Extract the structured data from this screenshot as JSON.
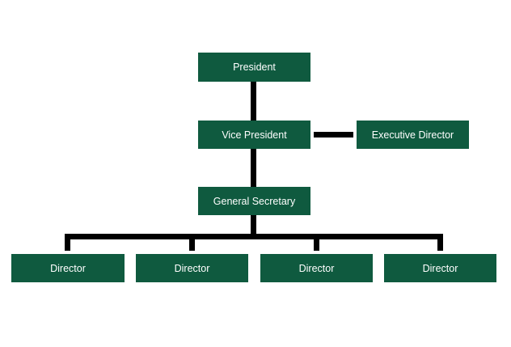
{
  "org_chart": {
    "fill_color": "#0f5a3f",
    "text_color": "#ffffff",
    "connector_color": "#000000",
    "president": "President",
    "vice_president": "Vice President",
    "executive_director": "Executive Director",
    "general_secretary": "General Secretary",
    "directors": [
      "Director",
      "Director",
      "Director",
      "Director"
    ]
  }
}
